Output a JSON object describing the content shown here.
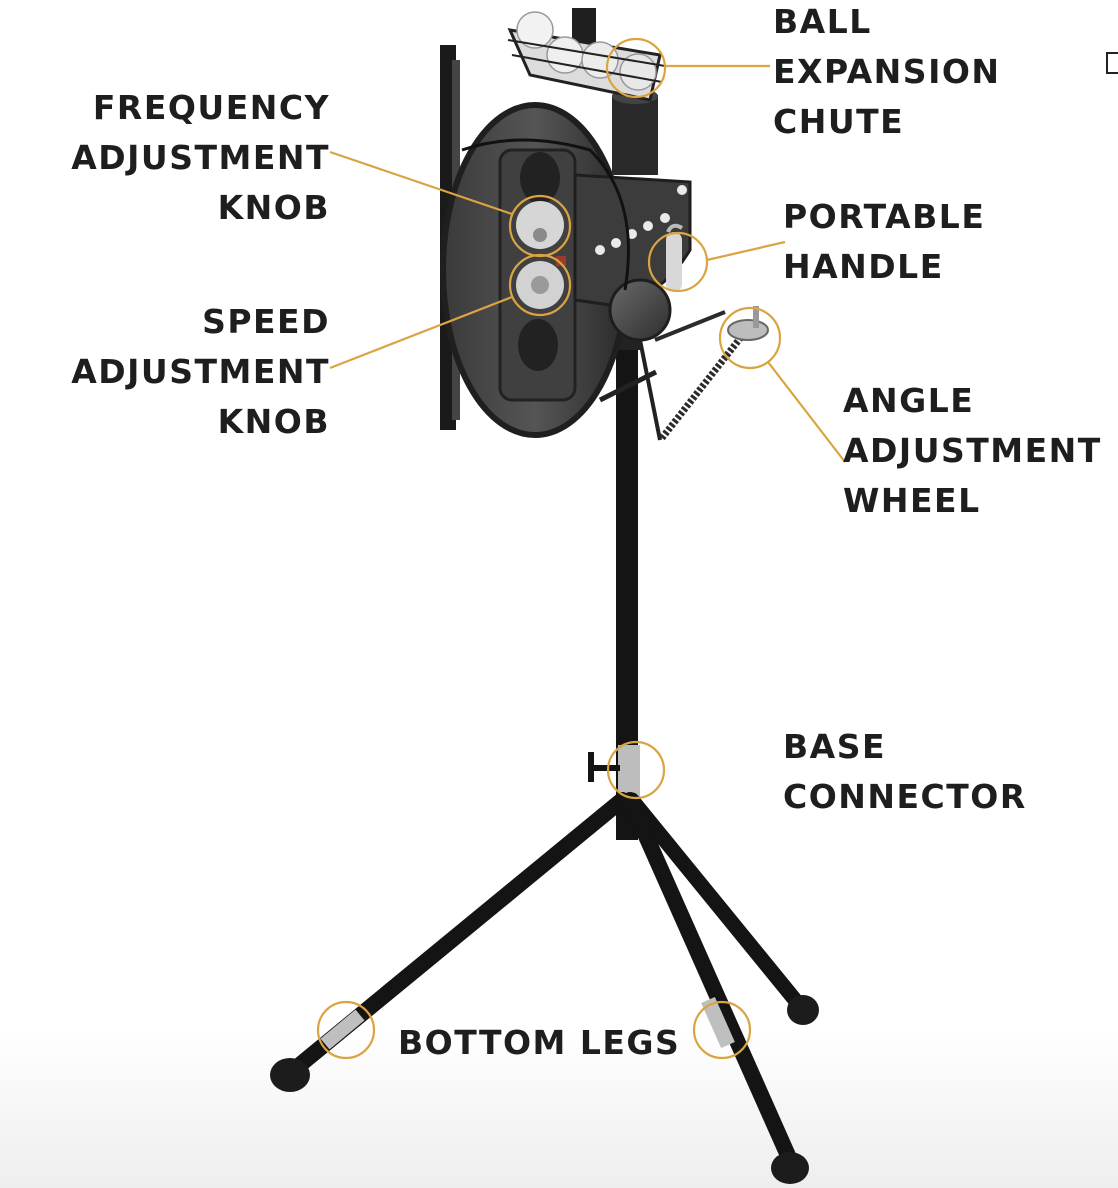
{
  "labels": {
    "ball_expansion_chute": [
      "BALL",
      "EXPANSION",
      "CHUTE"
    ],
    "frequency_adjustment_knob": [
      "FREQUENCY",
      "ADJUSTMENT",
      "KNOB"
    ],
    "portable_handle": [
      "PORTABLE",
      "HANDLE"
    ],
    "speed_adjustment_knob": [
      "SPEED",
      "ADJUSTMENT",
      "KNOB"
    ],
    "angle_adjustment_wheel": [
      "ANGLE",
      "ADJUSTMENT",
      "WHEEL"
    ],
    "base_connector": [
      "BASE",
      "CONNECTOR"
    ],
    "bottom_legs": "BOTTOM LEGS"
  },
  "colors": {
    "callout": "#d9a441",
    "machine": "#2c2c2c",
    "stand": "#141414",
    "text": "#1e1e1e",
    "highlight": "#c9c9c9"
  }
}
